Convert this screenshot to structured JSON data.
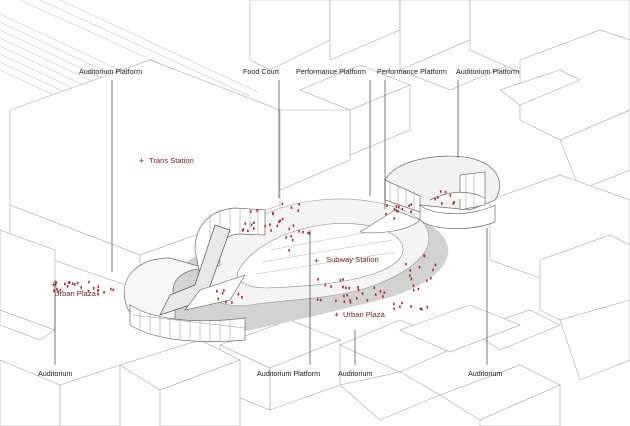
{
  "labels": {
    "auditorium_platform_left": "Auditorium Platform",
    "food_court": "Food Court",
    "performance_platform_1": "Performance Platform",
    "performance_platform_2": "Performance Platform",
    "auditorium_platform_right": "Auditorium Platform",
    "auditorium_left": "Auditorium",
    "auditorium_platform_bottom": "Auditorium Platform",
    "auditorium_bottom": "Auditorium",
    "auditorium_right": "Auditorium"
  },
  "markers": {
    "trans_station": "Trans Station",
    "urban_plaza_left": "Urban Plaza",
    "subway_station": "Subway Station",
    "urban_plaza_right": "Urban Plaza"
  },
  "colors": {
    "marker_red": "#7a1a1a",
    "people_dots": "#c0262e",
    "shadow": "#cfcfcf",
    "line": "#a8a8a8"
  }
}
